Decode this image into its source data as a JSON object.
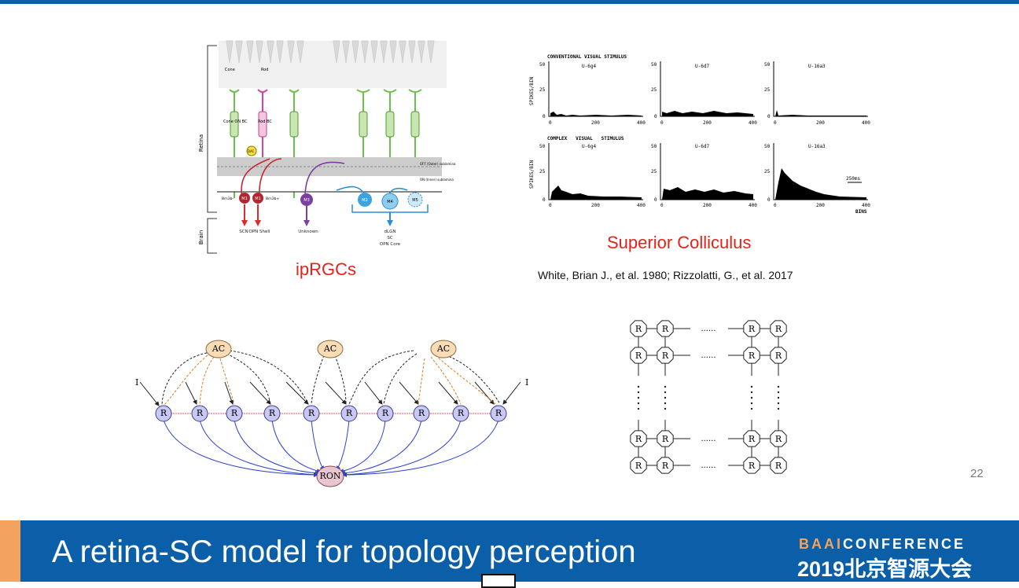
{
  "slide": {
    "title": "A retina-SC model for topology perception",
    "page_number": "22",
    "brand_top_prefix": "BAAI",
    "brand_top_suffix": "CONFERENCE",
    "brand_bottom": "2019北京智源大会"
  },
  "iprgc_figure": {
    "caption": "ipRGCs",
    "side_labels": [
      "Retina",
      "Brain"
    ],
    "photoreceptor_labels": [
      "Cone",
      "Rod"
    ],
    "cell_labels": [
      "Cone ON BC",
      "Rod BC",
      "DAC"
    ],
    "layer_labels": [
      "OFF (Outer) sublamina",
      "ON (Inner) sublamina"
    ],
    "bottom_labels": [
      "Brn3b-",
      "Brn3b+"
    ],
    "rgc_types": [
      "M1",
      "M1",
      "M3",
      "M2",
      "M4",
      "M5"
    ],
    "targets": [
      "SCN",
      "OPN Shell",
      "Unknown",
      "dLGN",
      "SC",
      "OPN Core"
    ]
  },
  "sc_figure": {
    "caption": "Superior Colliculus",
    "citation": "White, Brian J., et al. 1980;  Rizzolatti, G., et al. 2017",
    "row_labels": [
      "CONVENTIONAL VISUAL STIMULUS",
      "COMPLEX   VISUAL   STIMULUS"
    ],
    "ylabel": "SPIKES/BIN",
    "xlabel": "BINS",
    "scale_label": "250ms",
    "units": [
      "U-6g4",
      "U-6d7",
      "U-16a3"
    ],
    "x_ticks": [
      "0",
      "200",
      "400"
    ],
    "y_ticks_row1": [
      [
        "50",
        "25",
        "0"
      ],
      [
        "50",
        "25",
        "0"
      ],
      [
        "50",
        "25",
        "0"
      ]
    ],
    "y_ticks_row2": [
      [
        "50",
        "25",
        "0"
      ],
      [
        "50",
        "25",
        "0"
      ],
      [
        "50",
        "25",
        "0"
      ]
    ]
  },
  "network_figure": {
    "top_nodes": [
      "AC",
      "AC",
      "AC"
    ],
    "row_nodes": [
      "R",
      "R",
      "R",
      "R",
      "R",
      "R",
      "R",
      "R",
      "R",
      "R"
    ],
    "output_node": "RON",
    "input_labels": [
      "I",
      "I"
    ]
  },
  "grid_figure": {
    "node_label": "R",
    "ellipsis": "......"
  },
  "colors": {
    "brand_blue": "#0b5fa8",
    "accent_orange": "#f3a35e",
    "caption_red": "#e2231a"
  }
}
